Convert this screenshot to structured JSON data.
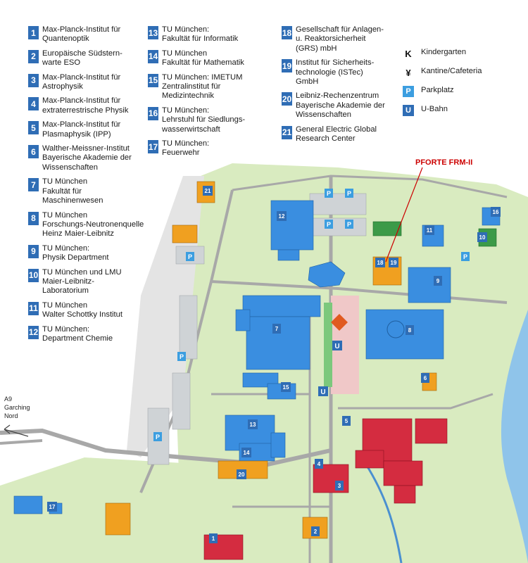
{
  "legend": {
    "col1": [
      {
        "num": "1",
        "lines": [
          "Max-Planck-Institut für",
          "Quantenoptik"
        ]
      },
      {
        "num": "2",
        "lines": [
          "Europäische Südstern-",
          "warte ESO"
        ]
      },
      {
        "num": "3",
        "lines": [
          "Max-Planck-Institut für",
          "Astrophysik"
        ]
      },
      {
        "num": "4",
        "lines": [
          "Max-Planck-Institut für",
          "extraterrestrische Physik"
        ]
      },
      {
        "num": "5",
        "lines": [
          "Max-Planck-Institut für",
          "Plasmaphysik (IPP)"
        ]
      },
      {
        "num": "6",
        "lines": [
          "Walther-Meissner-Institut",
          "Bayerische Akademie der",
          "Wissenschaften"
        ]
      },
      {
        "num": "7",
        "lines": [
          "TU München",
          "Fakultät für",
          "Maschinenwesen"
        ]
      },
      {
        "num": "8",
        "lines": [
          "TU München",
          "Forschungs-Neutronenquelle",
          "Heinz Maier-Leibnitz"
        ]
      },
      {
        "num": "9",
        "lines": [
          "TU München:",
          "Physik Department"
        ]
      },
      {
        "num": "10",
        "lines": [
          "TU München und LMU",
          "Maier-Leibnitz-",
          "Laboratorium"
        ]
      },
      {
        "num": "11",
        "lines": [
          "TU München",
          "Walter Schottky Institut"
        ]
      },
      {
        "num": "12",
        "lines": [
          "TU München:",
          "Department Chemie"
        ]
      }
    ],
    "col2": [
      {
        "num": "13",
        "lines": [
          "TU München:",
          "Fakultät für Informatik"
        ]
      },
      {
        "num": "14",
        "lines": [
          "TU München",
          "Fakultät für Mathematik"
        ]
      },
      {
        "num": "15",
        "lines": [
          "TU München: IMETUM",
          "Zentralinstitut für",
          "Medizintechnik"
        ]
      },
      {
        "num": "16",
        "lines": [
          "TU München:",
          "Lehrstuhl für Siedlungs-",
          "wasserwirtschaft"
        ]
      },
      {
        "num": "17",
        "lines": [
          "TU München:",
          "Feuerwehr"
        ]
      }
    ],
    "col3": [
      {
        "num": "18",
        "lines": [
          "Gesellschaft für Anlagen-",
          "u. Reaktorsicherheit",
          "(GRS) mbH"
        ]
      },
      {
        "num": "19",
        "lines": [
          "Institut für Sicherheits-",
          "technologie (ISTec)",
          "GmbH"
        ]
      },
      {
        "num": "20",
        "lines": [
          "Leibniz-Rechenzentrum",
          "Bayerische Akademie der",
          "Wissenschaften"
        ]
      },
      {
        "num": "21",
        "lines": [
          "General Electric Global",
          "Research Center"
        ]
      }
    ],
    "symbols": [
      {
        "icon": "kindergarten-icon",
        "glyph": "K",
        "label": "Kindergarten"
      },
      {
        "icon": "cafeteria-icon",
        "glyph": "¥",
        "label": "Kantine/Cafeteria"
      },
      {
        "icon": "parking-icon",
        "glyph": "P",
        "label": "Parkplatz"
      },
      {
        "icon": "ubahn-icon",
        "glyph": "U",
        "label": "U-Bahn"
      }
    ]
  },
  "map": {
    "pforte_label": "PFORTE FRM-II",
    "highway_label": [
      "A9",
      "Garching",
      "Nord"
    ],
    "parking_glyph": "P",
    "ubahn_glyph": "U",
    "building_numbers": [
      "1",
      "2",
      "3",
      "4",
      "5",
      "6",
      "7",
      "8",
      "9",
      "10",
      "11",
      "12",
      "13",
      "14",
      "15",
      "16",
      "17",
      "18",
      "19",
      "20",
      "21"
    ],
    "colors": {
      "tum_blue": "#3a8ee0",
      "mpg_red": "#d42c40",
      "other_orange": "#f0a020",
      "green_building": "#3c9a48",
      "grass": "#d9ebc0",
      "road": "#b0b0b0",
      "river": "#8fc4ea",
      "label_red": "#cc0000"
    }
  }
}
